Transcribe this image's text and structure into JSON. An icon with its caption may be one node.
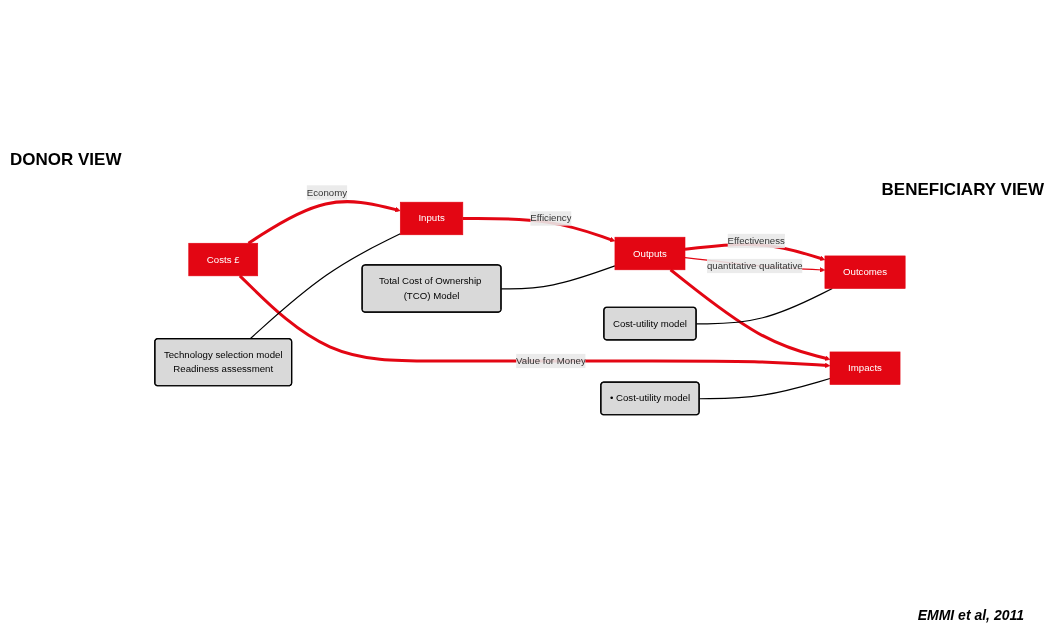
{
  "diagram": {
    "nodes": [
      {
        "text": [
          "Costs £"
        ]
      },
      {
        "text": [
          "Inputs"
        ]
      },
      {
        "text": [
          "Outputs"
        ]
      },
      {
        "text": [
          "Outcomes"
        ]
      },
      {
        "text": [
          "Impacts"
        ]
      },
      {
        "text": [
          "Total Cost of Ownership (TCO) Model"
        ]
      },
      {
        "text": [
          "Cost-utility model"
        ]
      },
      {
        "text": [
          "Technology selection model",
          "Readiness assessment"
        ]
      },
      {
        "text": [
          "• Cost-utility model"
        ]
      }
    ],
    "edges": [
      {
        "from": 0,
        "to": 1,
        "arrow": "to",
        "label": "Economy",
        "style": "thick"
      },
      {
        "from": 1,
        "to": 2,
        "arrow": "to",
        "label": "Efficiency",
        "style": "thick"
      },
      {
        "from": 2,
        "to": 3,
        "arrow": "to",
        "label": "Effectiveness",
        "style": "thick"
      },
      {
        "from": 2,
        "to": 4,
        "arrow": "to",
        "style": "thick"
      },
      {
        "from": 2,
        "to": 3,
        "arrow": "to",
        "label": "quantitative qualitative"
      },
      {
        "from": 0,
        "to": 4,
        "arrow": "to",
        "label": "Value for Money",
        "style": "thick"
      },
      {
        "from": 5,
        "to": 2,
        "arrow": "none",
        "color": "#000000"
      },
      {
        "from": 6,
        "to": 3,
        "arrow": "none",
        "color": "#000000"
      },
      {
        "from": 7,
        "to": 1,
        "arrow": "none",
        "color": "#000000"
      },
      {
        "from": 8,
        "to": 4,
        "arrow": "none",
        "color": "#000000"
      }
    ],
    "labels": [
      "DONOR VIEW",
      "BENEFICIARY VIEW",
      "EMMI et al, 2011"
    ]
  }
}
